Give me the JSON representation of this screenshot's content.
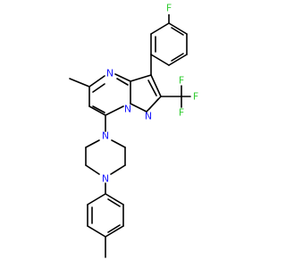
{
  "colors": {
    "bond": "#000000",
    "nitrogen": "#1a1aff",
    "fluorine": "#33cc33",
    "background": "#ffffff"
  },
  "atoms": {
    "fluorine_top": "F",
    "cf3_f1": "F",
    "cf3_f2": "F",
    "cf3_f3": "F",
    "n_pyrimidine": "N",
    "n_bridge": "N",
    "n_pyrazole": "N",
    "n_piperazine_top": "N",
    "n_piperazine_bottom": "N"
  }
}
